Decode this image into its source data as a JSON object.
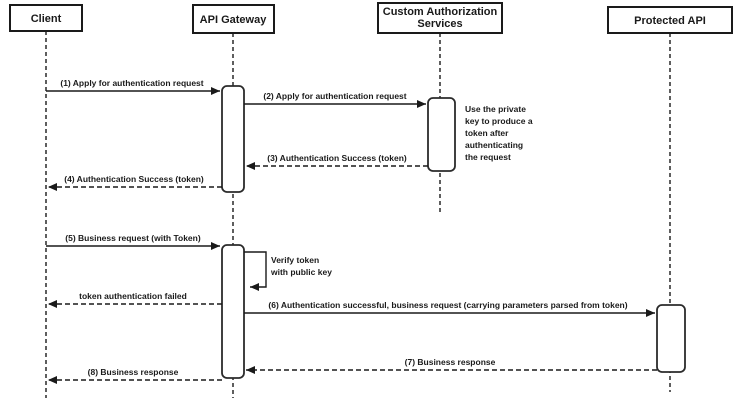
{
  "diagram": {
    "type": "sequence-diagram",
    "subject": "API Gateway token authentication flow",
    "colors": {
      "background": "#ffffff",
      "stroke": "#1a1a1a",
      "box_fill": "#ffffff"
    }
  },
  "actors": [
    {
      "label": "Client"
    },
    {
      "label": "API Gateway"
    },
    {
      "label": "Custom Authorization Services",
      "lines": [
        "Custom Authorization",
        "Services"
      ]
    },
    {
      "label": "Protected API"
    }
  ],
  "messages": [
    {
      "label": "(1) Apply for authentication request",
      "from": "Client",
      "to": "API Gateway",
      "line": "solid"
    },
    {
      "label": "(2) Apply for authentication request",
      "from": "API Gateway",
      "to": "Custom Authorization Services",
      "line": "solid"
    },
    {
      "label": "(3) Authentication Success (token)",
      "from": "Custom Authorization Services",
      "to": "API Gateway",
      "line": "dashed"
    },
    {
      "label": "(4) Authentication Success (token)",
      "from": "API Gateway",
      "to": "Client",
      "line": "dashed"
    },
    {
      "label": "(5) Business request (with Token)",
      "from": "Client",
      "to": "API Gateway",
      "line": "solid"
    },
    {
      "label": "Verify token with public key",
      "lines": [
        "Verify token",
        "with public key"
      ],
      "from": "API Gateway",
      "to": "API Gateway",
      "line": "self"
    },
    {
      "label": "token authentication failed",
      "from": "API Gateway",
      "to": "Client",
      "line": "dashed"
    },
    {
      "label": "(6) Authentication successful, business request (carrying parameters parsed from token)",
      "from": "API Gateway",
      "to": "Protected API",
      "line": "solid"
    },
    {
      "label": "(7) Business response",
      "from": "Protected API",
      "to": "API Gateway",
      "line": "dashed"
    },
    {
      "label": "(8) Business response",
      "from": "API Gateway",
      "to": "Client",
      "line": "dashed"
    }
  ],
  "note": {
    "text": "Use the private key to produce a token after authenticating the request",
    "lines": [
      "Use the private",
      "key to produce a",
      "token after",
      "authenticating",
      "the request"
    ],
    "attached_to": "Custom Authorization Services"
  }
}
